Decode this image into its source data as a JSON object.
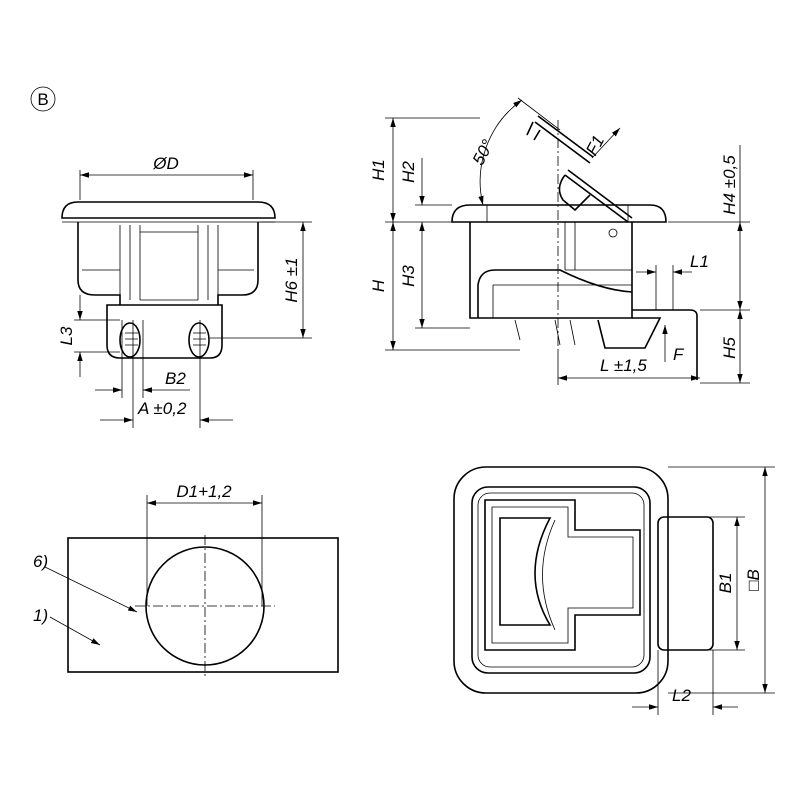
{
  "view_marker": "B",
  "front_view": {
    "diameter": "ØD",
    "h6": "H6 ±1",
    "l3": "L3",
    "b2": "B2",
    "a": "A ±0,2"
  },
  "side_view": {
    "h1": "H1",
    "h2": "H2",
    "angle": "50°",
    "f1": "F1",
    "h4": "H4 ±0,5",
    "h": "H",
    "h3": "H3",
    "l1": "L1",
    "h5": "H5",
    "f": "F",
    "l": "L ±1,5"
  },
  "cutout_view": {
    "d1": "D1+1,2",
    "item6": "6)",
    "item1": "1)"
  },
  "top_view": {
    "b1": "B1",
    "b": "□B",
    "l2": "L2"
  }
}
